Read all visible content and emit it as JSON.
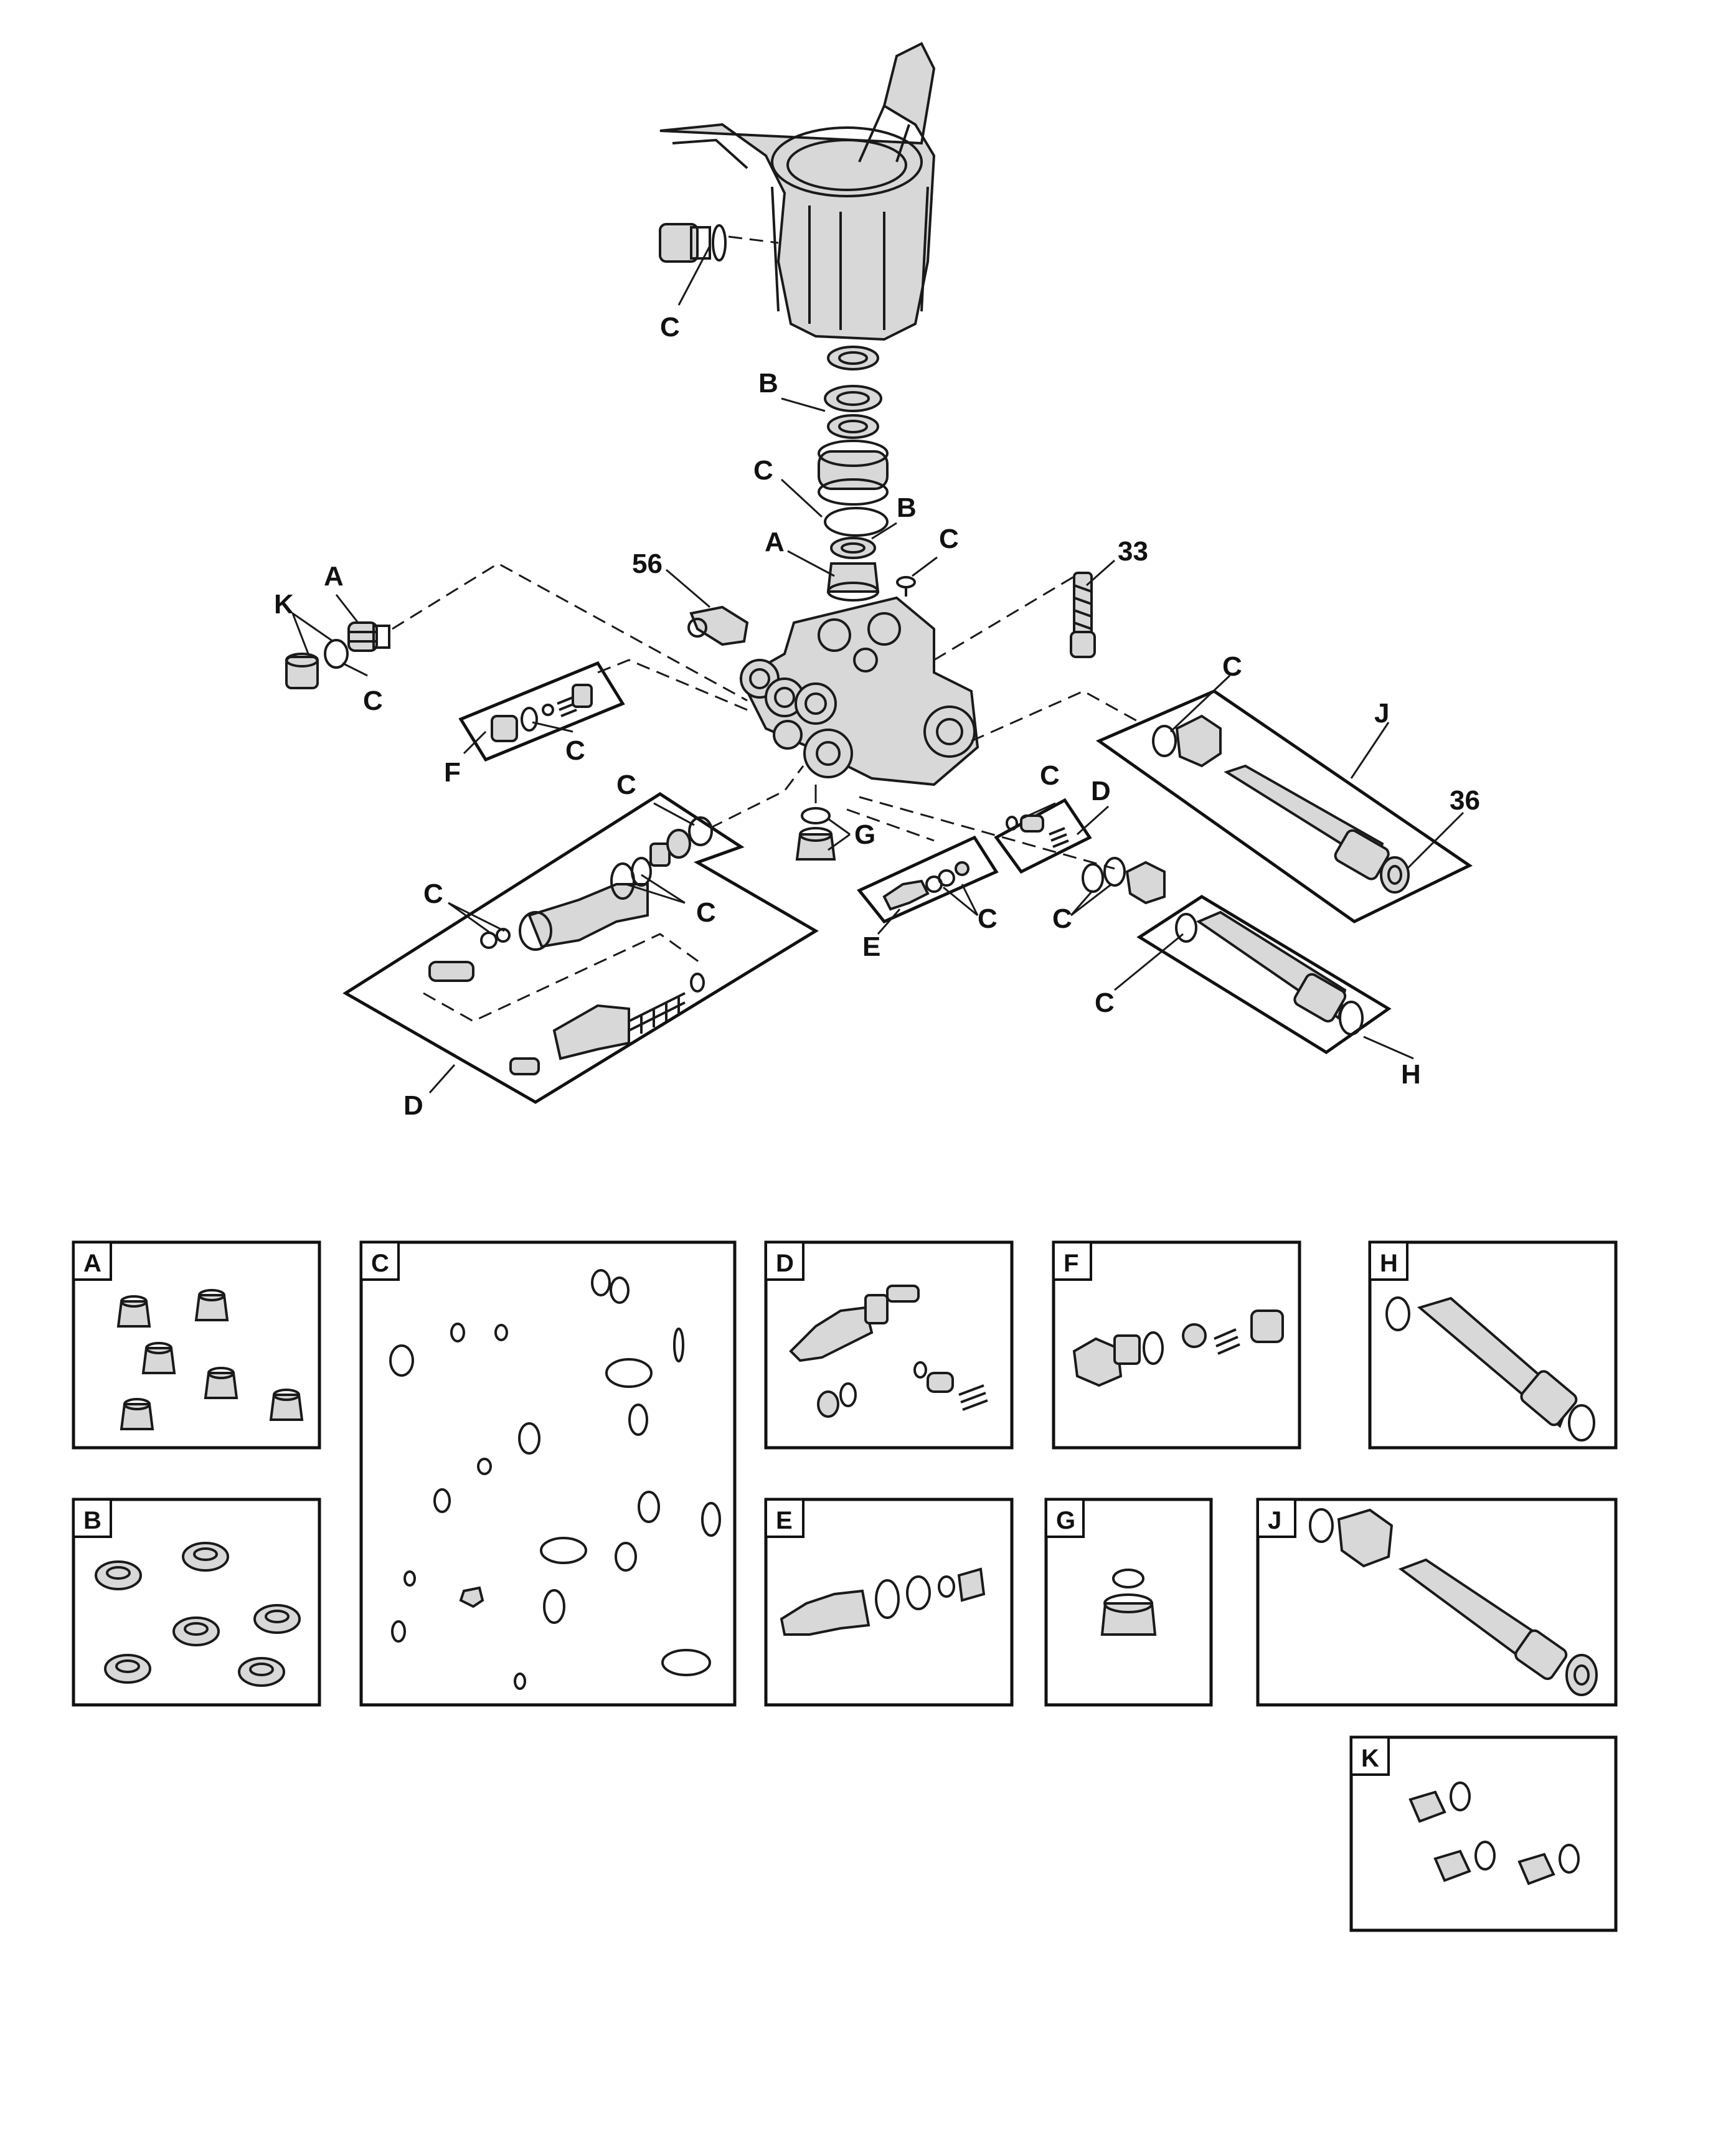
{
  "callouts": {
    "c_top": "C",
    "b_upper": "B",
    "c_mid": "C",
    "b_mid": "B",
    "a_center": "A",
    "c_center": "C",
    "n56": "56",
    "n33": "33",
    "a_left": "A",
    "k_left": "K",
    "c_left": "C",
    "f": "F",
    "c_f": "C",
    "c_right_j": "C",
    "j": "J",
    "n36": "36",
    "c_d_upper": "C",
    "d_right": "D",
    "g": "G",
    "c_e": "C",
    "e": "E",
    "c_h1": "C",
    "c_h2": "C",
    "h": "H",
    "c_d_top": "C",
    "c_d_left": "C",
    "c_d_mid": "C",
    "d_bottom": "D"
  },
  "legend": {
    "A": "A",
    "B": "B",
    "C": "C",
    "D": "D",
    "E": "E",
    "F": "F",
    "G": "G",
    "H": "H",
    "J": "J",
    "K": "K"
  }
}
